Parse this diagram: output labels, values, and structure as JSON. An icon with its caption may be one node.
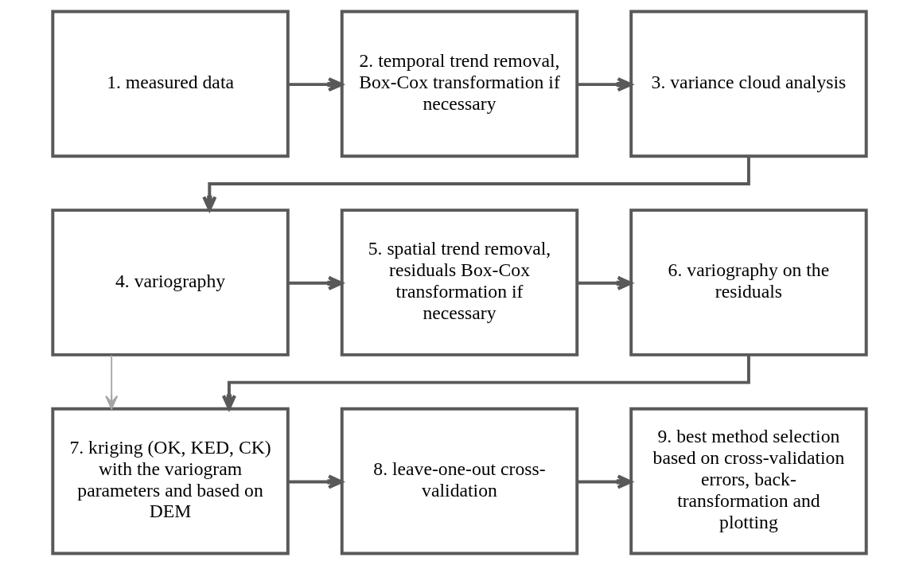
{
  "diagram": {
    "nodes": [
      {
        "text": [
          "1. measured data"
        ]
      },
      {
        "text": [
          "2. temporal trend removal, Box-Cox transformation if necessary"
        ]
      },
      {
        "text": [
          "3. variance cloud analysis"
        ]
      },
      {
        "text": [
          "4. variography"
        ]
      },
      {
        "text": [
          "5. spatial trend removal, residuals Box-Cox transformation if necessary"
        ]
      },
      {
        "text": [
          "6. variography on the residuals"
        ]
      },
      {
        "text": [
          "7. kriging (OK, KED, CK) with the variogram parameters and based on DEM"
        ]
      },
      {
        "text": [
          "8. leave-one-out cross-validation"
        ]
      },
      {
        "text": [
          "9. best method selection based on cross-validation errors, back-transformation and plotting"
        ]
      }
    ],
    "edges": [
      {
        "from": 0,
        "to": 1,
        "arrow": "to"
      },
      {
        "from": 1,
        "to": 2,
        "arrow": "to"
      },
      {
        "from": 2,
        "to": 3,
        "arrow": "to"
      },
      {
        "from": 3,
        "to": 4,
        "arrow": "to"
      },
      {
        "from": 4,
        "to": 5,
        "arrow": "to"
      },
      {
        "from": 5,
        "to": 6,
        "arrow": "to"
      },
      {
        "from": 3,
        "to": 6,
        "arrow": "to",
        "color": "#a6a6a6"
      },
      {
        "from": 6,
        "to": 7,
        "arrow": "to"
      },
      {
        "from": 7,
        "to": 8,
        "arrow": "to"
      }
    ]
  }
}
